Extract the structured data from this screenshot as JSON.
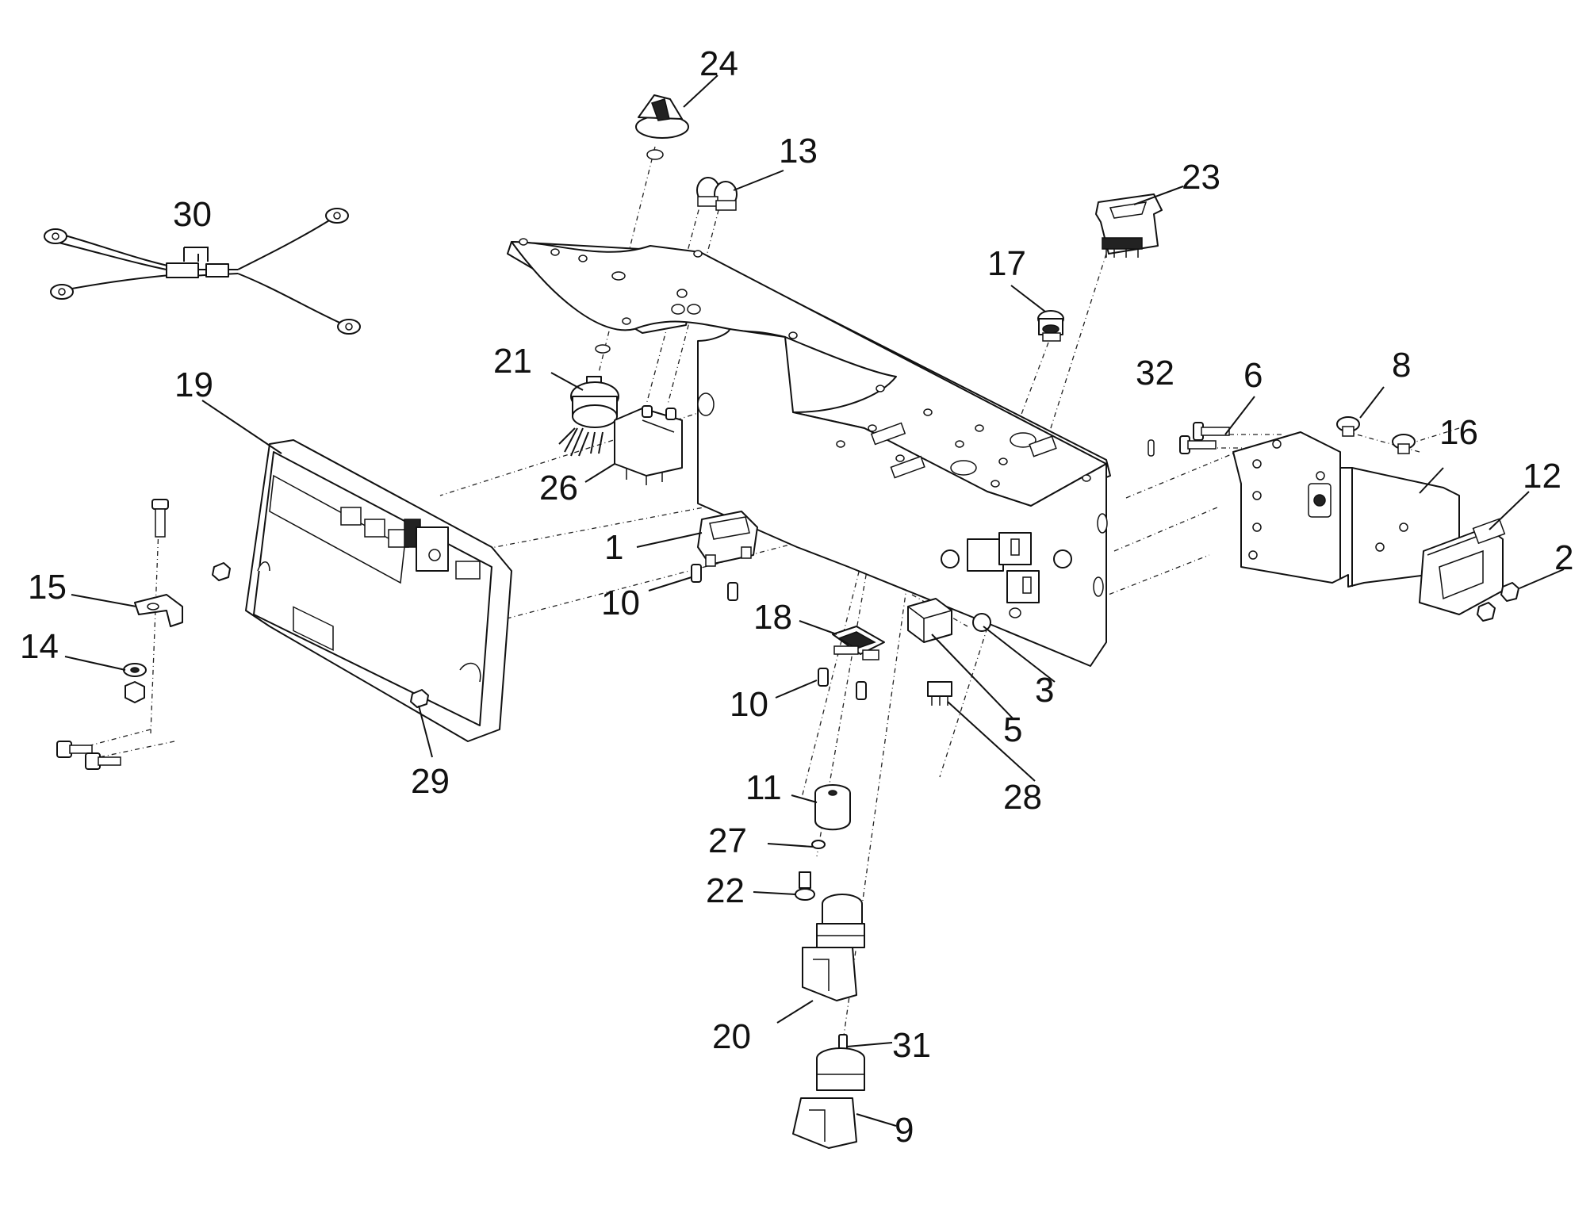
{
  "callouts": [
    {
      "id": "1",
      "label": "1"
    },
    {
      "id": "2",
      "label": "2"
    },
    {
      "id": "3",
      "label": "3"
    },
    {
      "id": "5",
      "label": "5"
    },
    {
      "id": "6",
      "label": "6"
    },
    {
      "id": "8",
      "label": "8"
    },
    {
      "id": "9",
      "label": "9"
    },
    {
      "id": "10a",
      "label": "10"
    },
    {
      "id": "10b",
      "label": "10"
    },
    {
      "id": "11",
      "label": "11"
    },
    {
      "id": "12",
      "label": "12"
    },
    {
      "id": "13",
      "label": "13"
    },
    {
      "id": "14",
      "label": "14"
    },
    {
      "id": "15",
      "label": "15"
    },
    {
      "id": "16",
      "label": "16"
    },
    {
      "id": "17",
      "label": "17"
    },
    {
      "id": "18",
      "label": "18"
    },
    {
      "id": "19",
      "label": "19"
    },
    {
      "id": "20",
      "label": "20"
    },
    {
      "id": "21",
      "label": "21"
    },
    {
      "id": "22",
      "label": "22"
    },
    {
      "id": "23",
      "label": "23"
    },
    {
      "id": "24",
      "label": "24"
    },
    {
      "id": "26",
      "label": "26"
    },
    {
      "id": "27",
      "label": "27"
    },
    {
      "id": "28",
      "label": "28"
    },
    {
      "id": "29",
      "label": "29"
    },
    {
      "id": "30",
      "label": "30"
    },
    {
      "id": "31",
      "label": "31"
    },
    {
      "id": "32",
      "label": "32"
    }
  ]
}
